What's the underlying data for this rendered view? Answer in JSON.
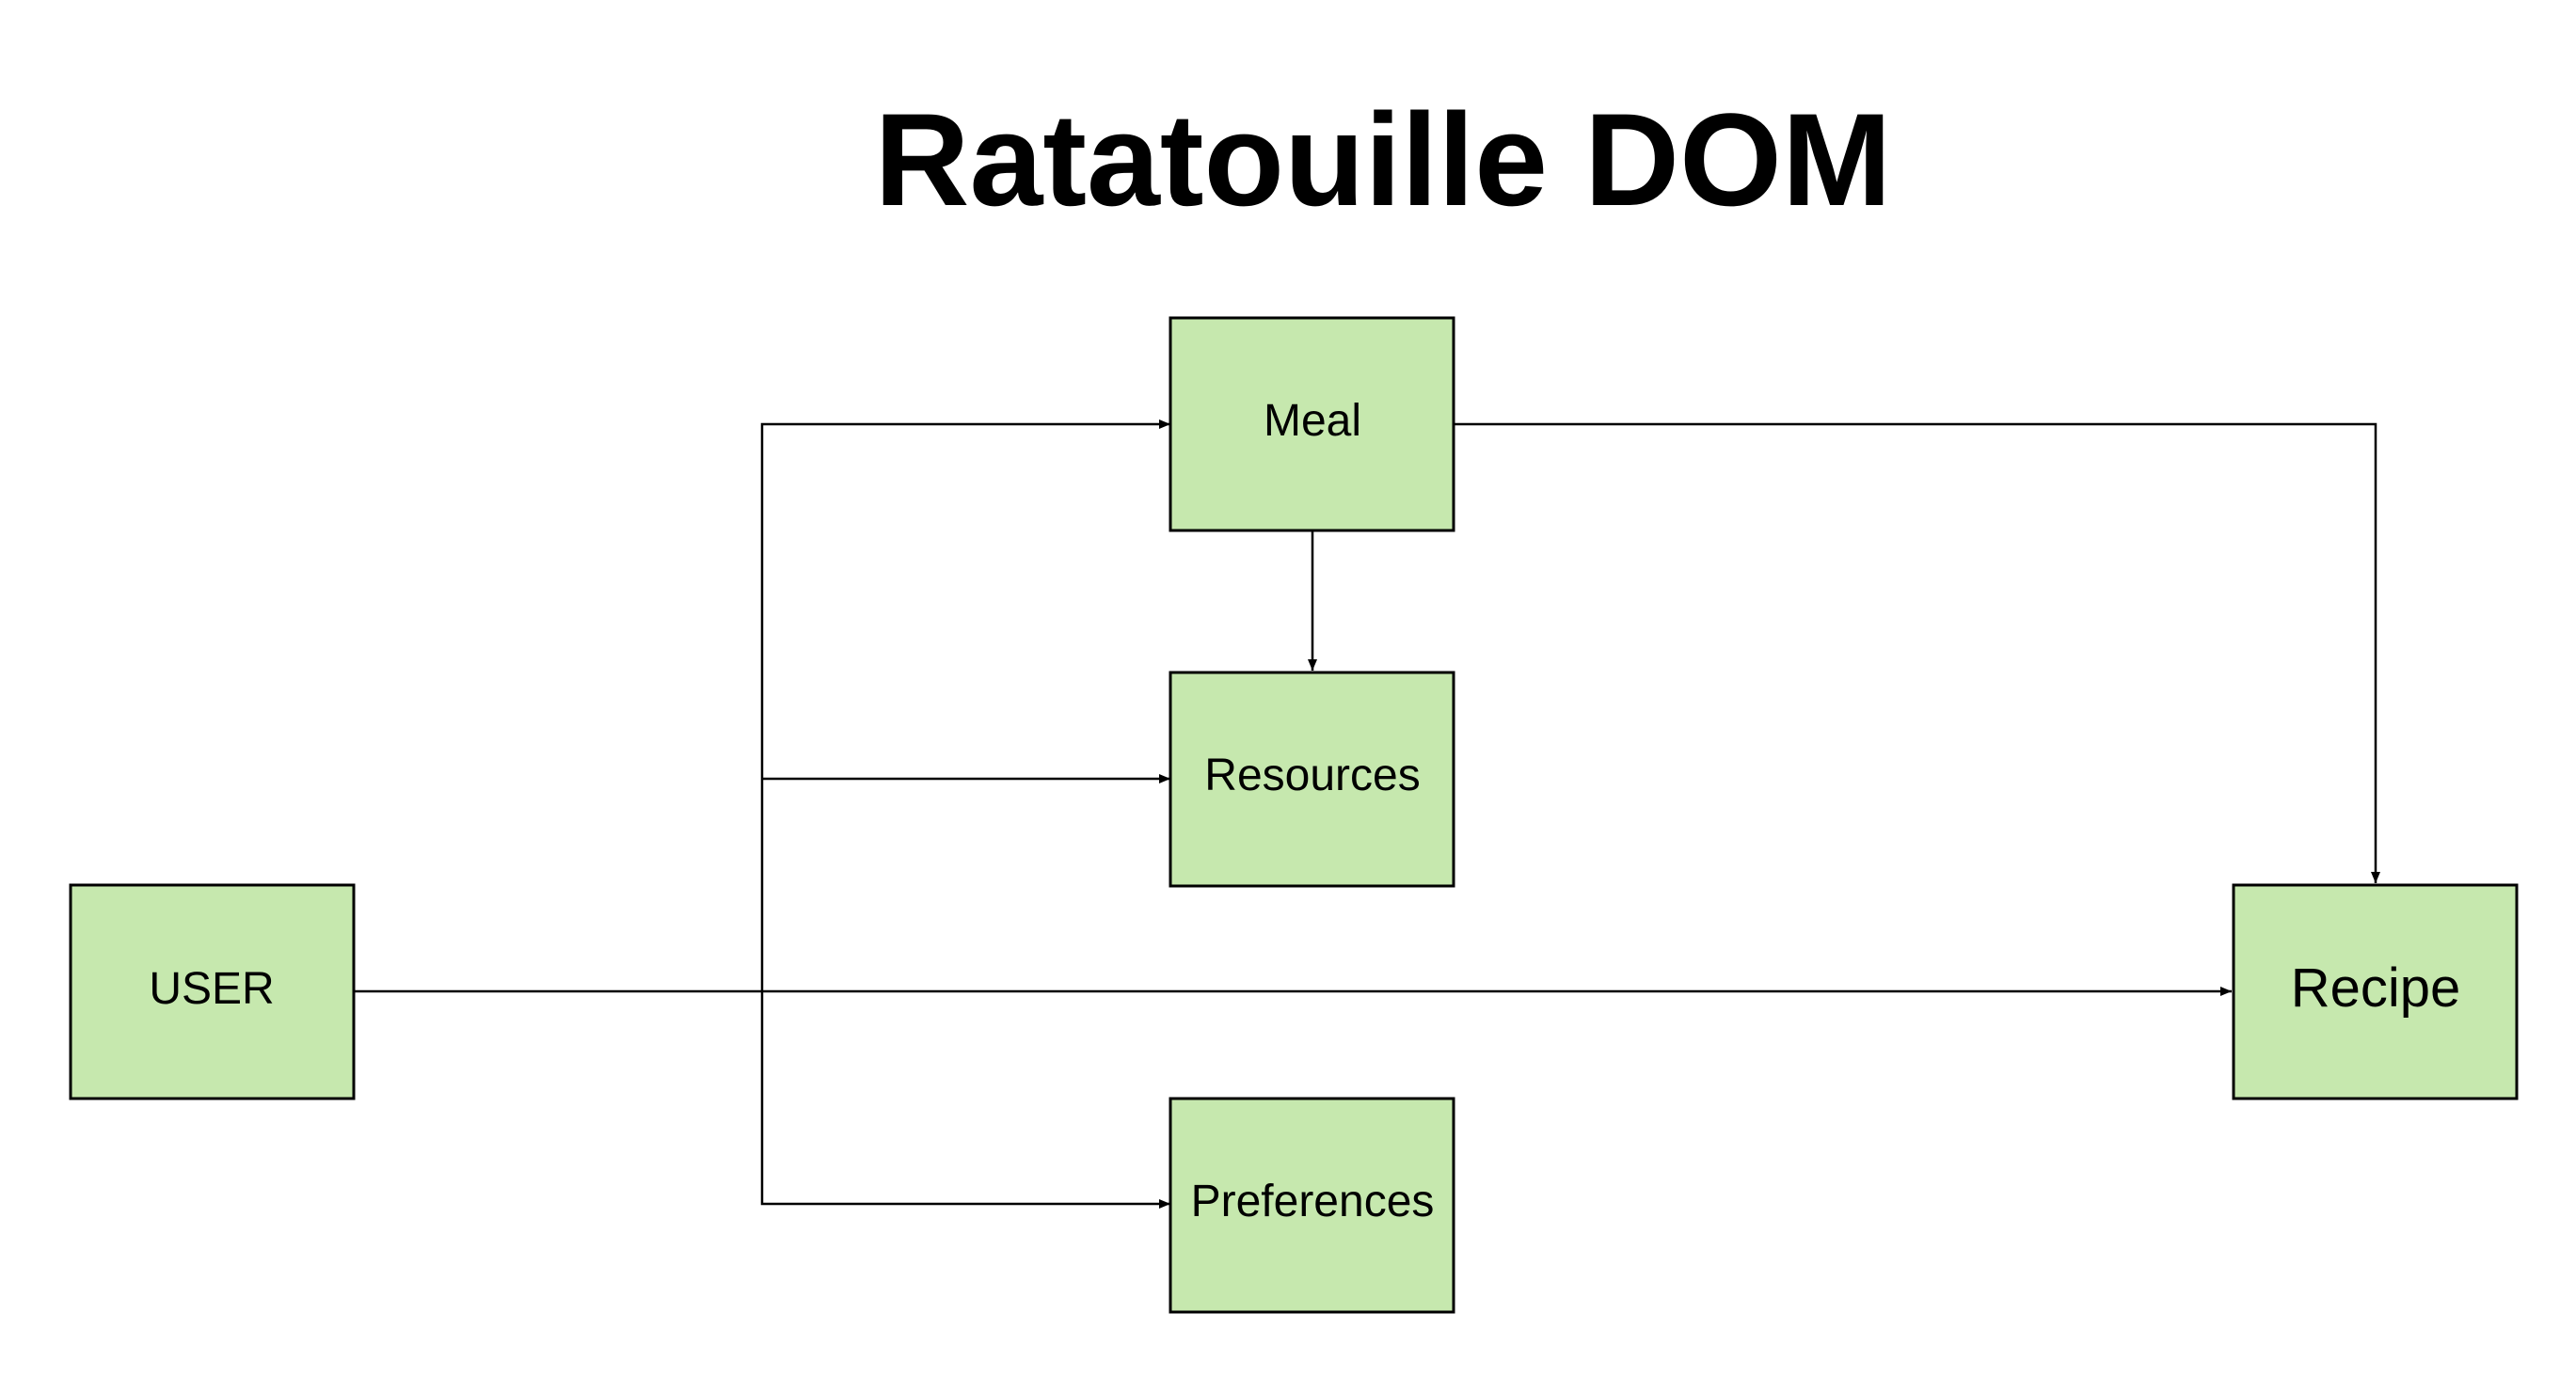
{
  "diagram": {
    "title": "Ratatouille DOM",
    "node_fill": "#c6e8ae",
    "line_color": "#000000",
    "nodes": {
      "user": {
        "label": "USER"
      },
      "meal": {
        "label": "Meal"
      },
      "resources": {
        "label": "Resources"
      },
      "preferences": {
        "label": "Preferences"
      },
      "recipe": {
        "label": "Recipe"
      }
    },
    "edges": [
      {
        "from": "user",
        "to": "recipe"
      },
      {
        "from": "user",
        "to": "meal"
      },
      {
        "from": "user",
        "to": "resources"
      },
      {
        "from": "user",
        "to": "preferences"
      },
      {
        "from": "meal",
        "to": "resources"
      },
      {
        "from": "meal",
        "to": "recipe"
      }
    ]
  }
}
